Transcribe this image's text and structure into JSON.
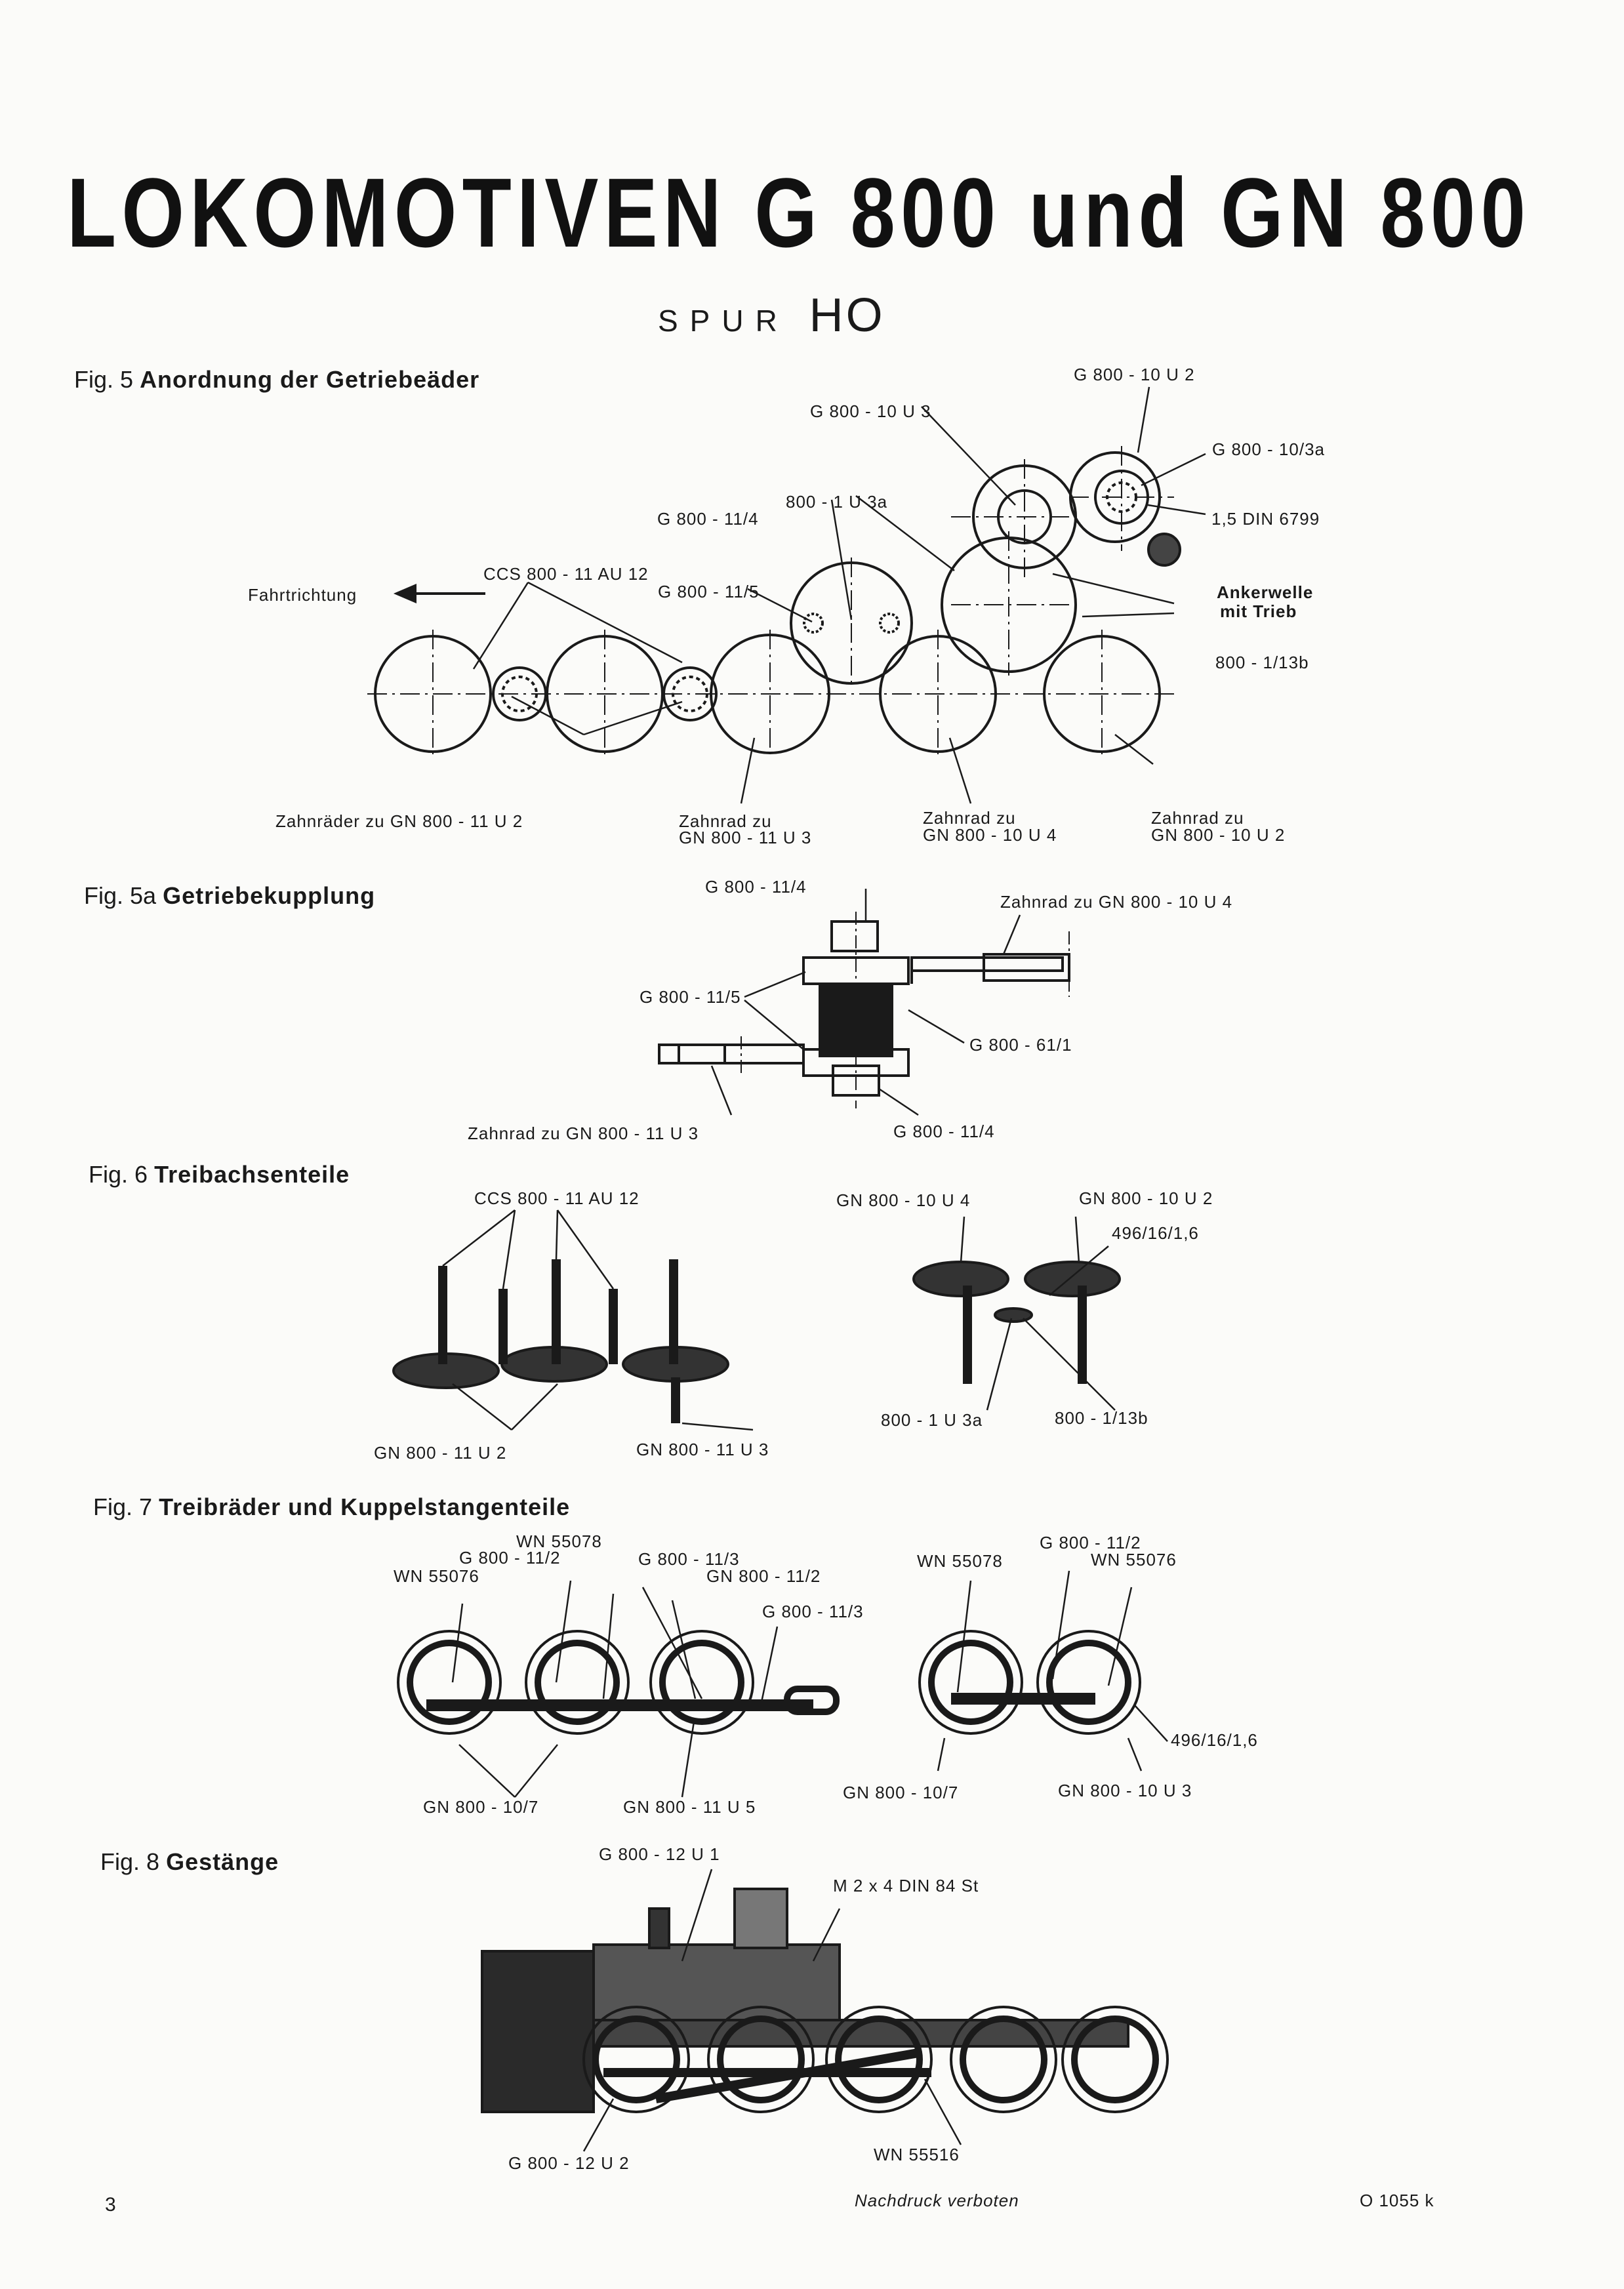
{
  "header": {
    "title": "LOKOMOTIVEN G 800 und GN 800",
    "spur_word": "SPUR",
    "spur_gauge": "HO"
  },
  "figures": {
    "fig5": {
      "caption_prefix": "Fig. 5",
      "caption": "Anordnung der Getriebeäder",
      "labels": {
        "g800_10u2": "G 800 - 10 U 2",
        "g800_10u3": "G 800 - 10 U 3",
        "g800_10_3a": "G 800 - 10/3a",
        "u1_3a": "800 - 1 U 3a",
        "g800_11_4": "G 800 - 11/4",
        "din6799": "1,5 DIN 6799",
        "ccs800": "CCS 800 - 11 AU 12",
        "fahrtrichtung": "Fahrtrichtung",
        "g800_11_5": "G 800 - 11/5",
        "ankerwelle1": "Ankerwelle",
        "ankerwelle2": "mit Trieb",
        "u1_13b": "800 - 1/13b",
        "zahnraeder": "Zahnräder zu GN 800 - 11 U 2",
        "zahnrad_a1": "Zahnrad zu",
        "zahnrad_a2": "GN 800 - 11 U 3",
        "zahnrad_b1": "Zahnrad zu",
        "zahnrad_b2": "GN 800 - 10 U 4",
        "zahnrad_c1": "Zahnrad zu",
        "zahnrad_c2": "GN 800 - 10 U 2"
      }
    },
    "fig5a": {
      "caption_prefix": "Fig. 5a",
      "caption": "Getriebekupplung",
      "labels": {
        "g800_11_4_top": "G 800 - 11/4",
        "zahnrad_gn800_10u4": "Zahnrad zu GN 800 - 10 U 4",
        "g800_11_5": "G 800 - 11/5",
        "g800_61_1": "G 800 - 61/1",
        "zahnrad_gn800_11u3": "Zahnrad zu GN 800 - 11 U 3",
        "g800_11_4_bottom": "G 800 - 11/4"
      }
    },
    "fig6": {
      "caption_prefix": "Fig. 6",
      "caption": "Treibachsenteile",
      "labels": {
        "ccs800": "CCS 800 - 11 AU 12",
        "gn800_10u4": "GN 800 - 10 U 4",
        "gn800_10u2": "GN 800 - 10 U 2",
        "p496": "496/16/1,6",
        "gn800_11u2": "GN 800 - 11 U 2",
        "gn800_11u3": "GN 800 - 11 U 3",
        "u1_3a": "800 - 1 U 3a",
        "u1_13b": "800 - 1/13b"
      }
    },
    "fig7": {
      "caption_prefix": "Fig. 7",
      "caption": "Treibräder und Kuppelstangenteile",
      "labels": {
        "wn55078_a": "WN 55078",
        "g800_11_2_a": "G 800 - 11/2",
        "wn55076_a": "WN 55076",
        "g800_11_3_a": "G 800 - 11/3",
        "gn800_11_2": "GN 800 - 11/2",
        "g800_11_3_b": "G 800 - 11/3",
        "wn55078_b": "WN 55078",
        "g800_11_2_b": "G 800 - 11/2",
        "wn55076_b": "WN 55076",
        "p496": "496/16/1,6",
        "gn800_10_7_a": "GN 800 - 10/7",
        "gn800_11u5": "GN 800 - 11 U 5",
        "gn800_10_7_b": "GN 800 - 10/7",
        "gn800_10u3": "GN 800 - 10 U 3"
      }
    },
    "fig8": {
      "caption_prefix": "Fig. 8",
      "caption": "Gestänge",
      "labels": {
        "g800_12u1": "G 800 - 12 U 1",
        "m2x4": "M 2 x 4 DIN 84 St",
        "g800_12u2": "G 800 - 12 U 2",
        "wn55516": "WN 55516"
      }
    }
  },
  "footer": {
    "page_number": "3",
    "notice": "Nachdruck verboten",
    "code": "O 1055 k"
  }
}
